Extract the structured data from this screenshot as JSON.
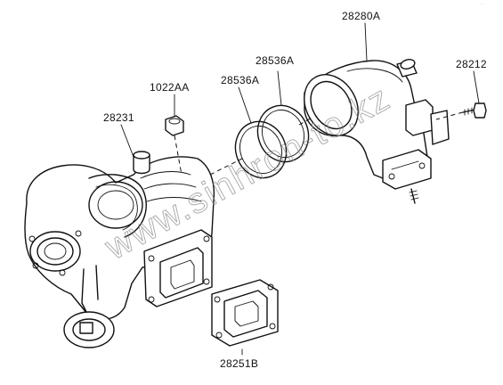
{
  "labels": {
    "turbo": "28231",
    "nut": "1022AA",
    "ring_inner": "28536A",
    "ring_outer": "28536A",
    "elbow": "28280A",
    "bolt": "28212",
    "gasket": "28251B"
  },
  "watermark": "www.sinhron-to.kz"
}
